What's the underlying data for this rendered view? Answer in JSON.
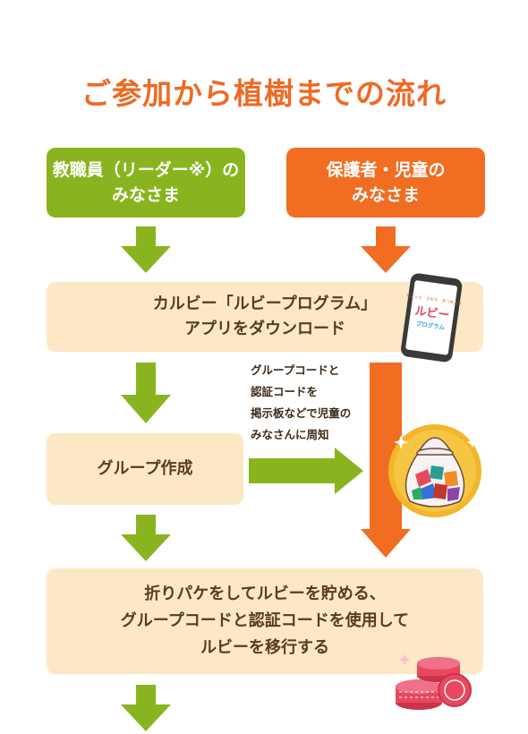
{
  "title": "ご参加から植樹までの流れ",
  "teacher_box": "教職員（リーダー※）の\nみなさま",
  "parent_box": "保護者・児童の\nみなさま",
  "app_box": "カルビー「ルビープログラム」\nアプリをダウンロード",
  "phone_app_label_small": "ちょっと　きもち　あつめよう",
  "phone_app_label_main": "ルビー",
  "phone_app_label_sub": "プログラム",
  "share_notes": [
    "グループコードと",
    "認証コードを",
    "掲示板などで児童の",
    "みなさんに周知"
  ],
  "group_box": "グループ作成",
  "final_box": "折りパケをしてルビーを貯める、\nグループコードと認証コードを使用して\nルビーを移行する",
  "colors": {
    "title": "#ee6a24",
    "green": "#8ab41f",
    "orange": "#f06d22",
    "cream": "#fce8c4",
    "coin": "#e8485f"
  }
}
